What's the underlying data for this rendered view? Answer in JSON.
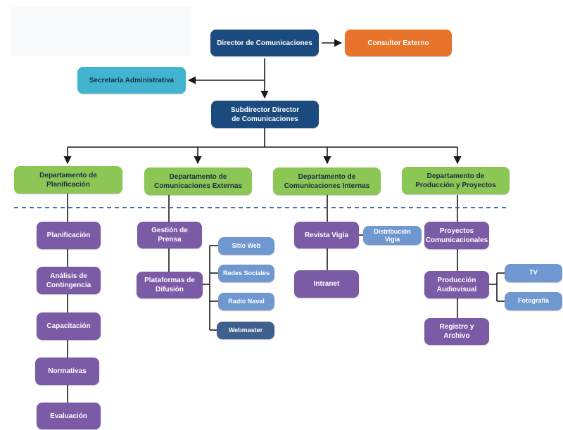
{
  "colors": {
    "navy": "#1a4a7e",
    "orange": "#e8732a",
    "teal": "#43b4cf",
    "green": "#8cc654",
    "purple": "#7b5aa6",
    "light_blue": "#6f98d0",
    "dark_blue": "#3f5f8c",
    "divider": "#2e5a9c"
  },
  "top": {
    "director": "Director de Comunicaciones",
    "consultor": "Consultor Externo",
    "secretaria": "Secretaría Administrativa",
    "subdirector_line1": "Subdirector Director",
    "subdirector_line2": "de Comunicaciones"
  },
  "departments": {
    "planificacion": {
      "line1": "Departamento de",
      "line2": "Planificación"
    },
    "externas": {
      "line1": "Departamento de",
      "line2": "Comunicaciones Externas"
    },
    "internas": {
      "line1": "Departamento de",
      "line2": "Comunicaciones Internas"
    },
    "produccion": {
      "line1": "Departamento de",
      "line2": "Producción y Proyectos"
    }
  },
  "planificacion_units": {
    "planificacion": "Planificación",
    "analisis_line1": "Análisis de",
    "analisis_line2": "Contingencia",
    "capacitacion": "Capacitación",
    "normativas": "Normativas",
    "evaluacion": "Evaluación"
  },
  "externas_units": {
    "gestion_prensa": "Gestión de Prensa",
    "plataformas_line1": "Plataformas de",
    "plataformas_line2": "Difusión",
    "sitio_web": "Sitio Web",
    "redes_sociales": "Redes Sociales",
    "radio_naval": "Radio Naval",
    "webmaster": "Webmaster"
  },
  "internas_units": {
    "revista": "Revista Vigía",
    "distribucion_line1": "Distribución",
    "distribucion_line2": "Vigía",
    "intranet": "Intranet"
  },
  "produccion_units": {
    "proyectos_line1": "Proyectos",
    "proyectos_line2": "Comunicacionales",
    "produccion_line1": "Producción",
    "produccion_line2": "Audiovisual",
    "tv": "TV",
    "fotografia": "Fotografía",
    "registro_line1": "Registro y",
    "registro_line2": "Archivo"
  }
}
